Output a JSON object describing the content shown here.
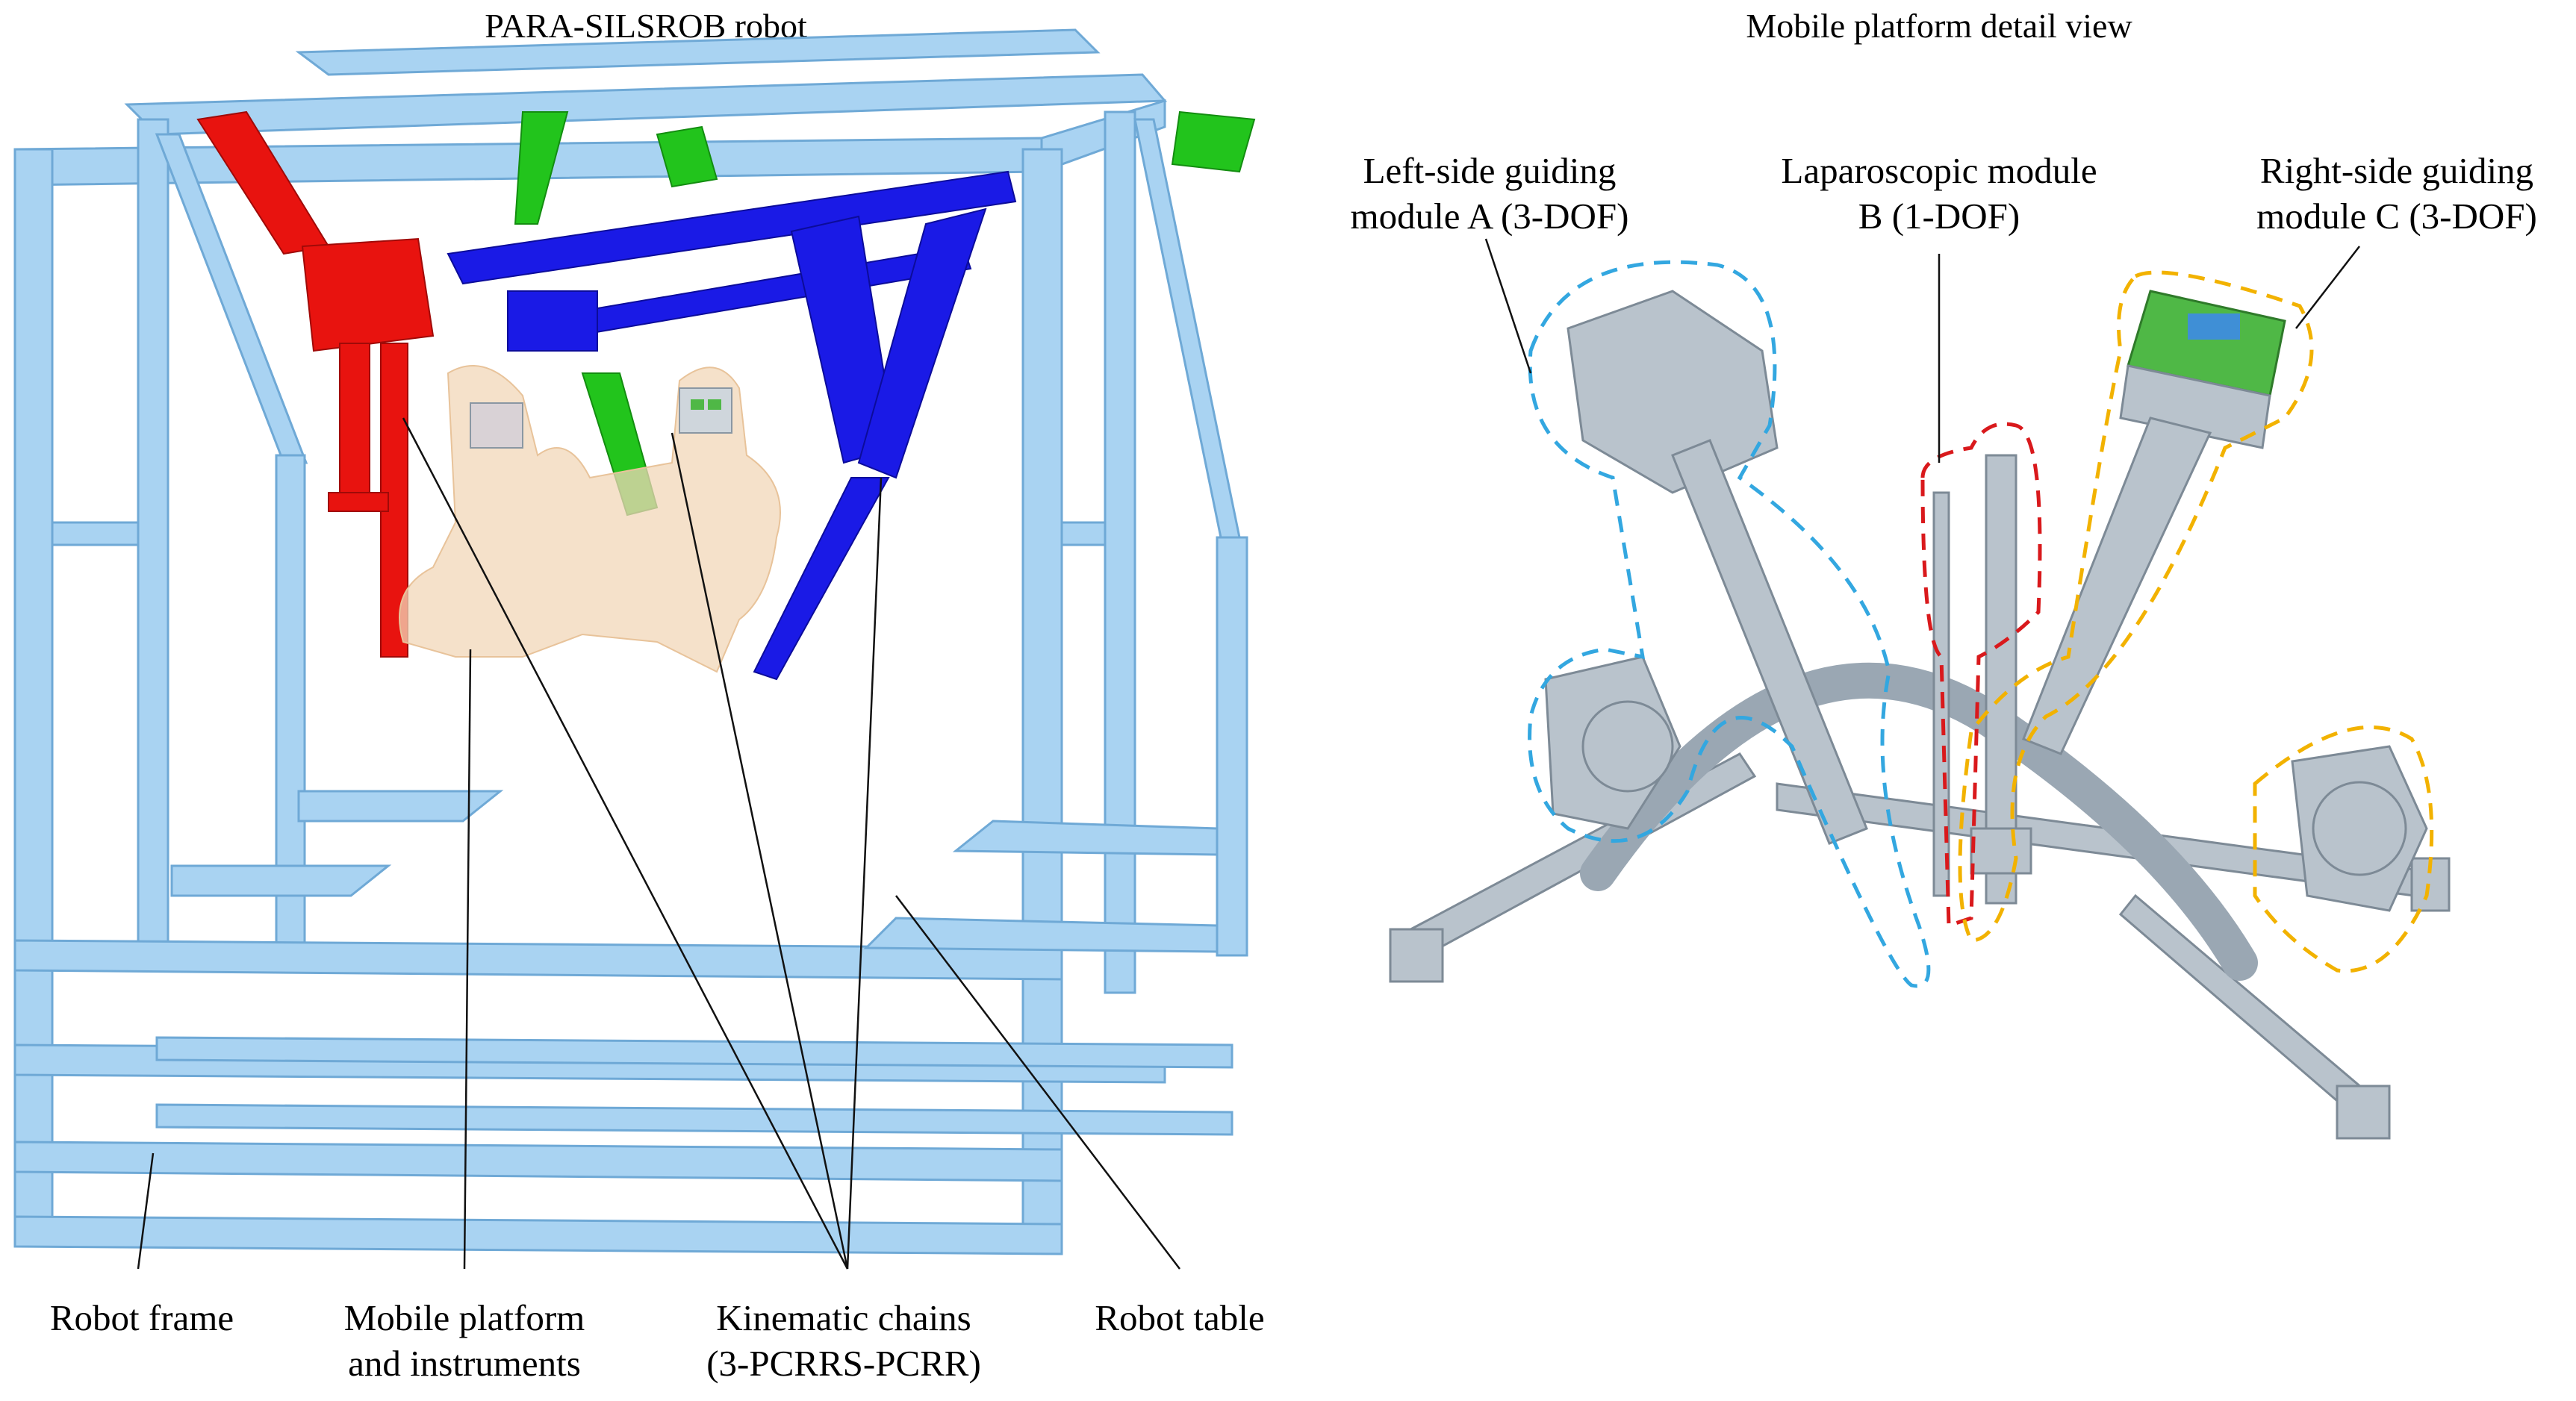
{
  "left_panel": {
    "title": "PARA-SILSROB robot",
    "labels": {
      "robot_frame": [
        "Robot frame"
      ],
      "mobile_platform": [
        "Mobile platform",
        "and instruments"
      ],
      "kinematic_chains": [
        "Kinematic chains",
        "(3-PCRRS-PCRR)"
      ],
      "robot_table": [
        "Robot table"
      ]
    }
  },
  "right_panel": {
    "title": "Mobile platform detail view",
    "labels": {
      "module_a": [
        "Left-side guiding",
        "module A (3-DOF)"
      ],
      "module_b": [
        "Laparoscopic module",
        "B (1-DOF)"
      ],
      "module_c": [
        "Right-side guiding",
        "module C (3-DOF)"
      ]
    }
  },
  "colors": {
    "frame": "#a9d3f2",
    "frame_edge": "#6fa9d6",
    "chain_red": "#e8130f",
    "chain_blue": "#1a1ae6",
    "chain_green": "#22c41c",
    "platform_highlight": "#f2d7b8",
    "module_a_outline": "#33a7e0",
    "module_b_outline": "#d9191c",
    "module_c_outline": "#f2b200",
    "hardware_gray": "#b9c3cc",
    "pcb_green": "#4fb846"
  }
}
